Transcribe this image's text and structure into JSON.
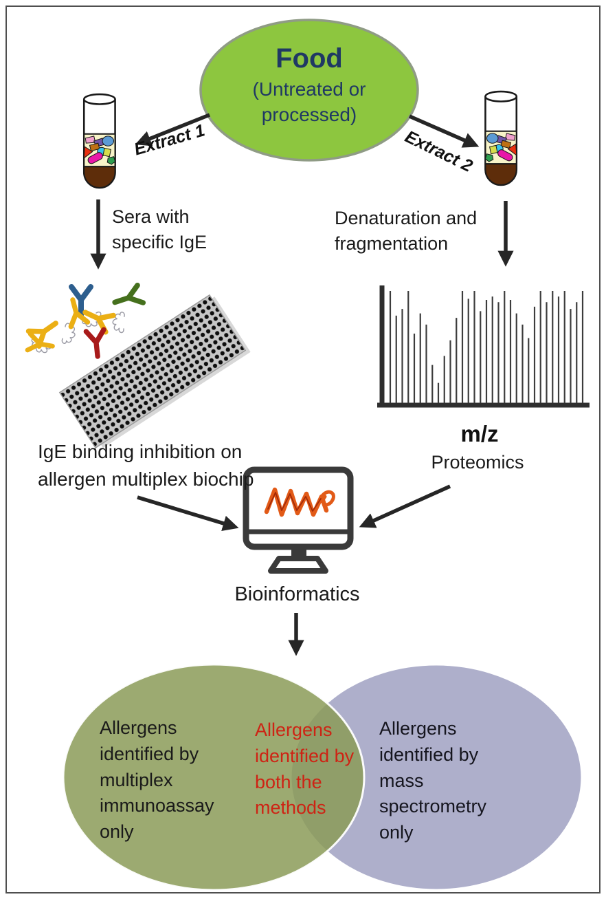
{
  "figure": {
    "source_node": {
      "title": "Food",
      "subtitle": "(Untreated or processed)",
      "fill": "#8dc63f",
      "stroke": "#8f9b85",
      "text_color": "#1f3864"
    },
    "extract_left_label": "Extract 1",
    "extract_right_label": "Extract 2",
    "immunoassay_branch": {
      "input_step": "Sera with specific IgE",
      "method_description": "IgE binding inhibition on allergen multiplex biochip"
    },
    "proteomics_branch": {
      "input_step": "Denaturation and fragmentation",
      "axis_label": "m/z",
      "method_label": "Proteomics"
    },
    "bioinformatics_label": "Bioinformatics",
    "spectrum": {
      "type": "mass-spectrum",
      "peak_heights": [
        1.0,
        0.78,
        0.84,
        1.0,
        0.62,
        0.8,
        0.7,
        0.34,
        0.18,
        0.42,
        0.56,
        0.76,
        1.0,
        0.93,
        1.0,
        0.82,
        0.92,
        0.95,
        0.9,
        1.0,
        0.92,
        0.8,
        0.7,
        0.58,
        0.86,
        1.0,
        0.9,
        1.0,
        0.95,
        1.0,
        0.84,
        0.9,
        1.0
      ]
    },
    "venn": {
      "left": {
        "text": "Allergens identified by multiplex immunoassay only",
        "fill": "#8b9b58",
        "text_color": "#1a1a1a"
      },
      "overlap": {
        "text": "Allergens identified by both the methods",
        "text_color": "#ce2314"
      },
      "right": {
        "text": "Allergens identified by mass spectrometry only",
        "fill": "#aeafcb",
        "text_color": "#15151e"
      }
    },
    "icons": {
      "left_tube": "test-tube-icon",
      "right_tube": "test-tube-icon",
      "antibodies": "antibody-y-icon",
      "protein_squiggle": "protein-squiggle-icon",
      "biochip": "microarray-biochip-icon",
      "monitor": "computer-monitor-icon",
      "screen_protein": "protein-structure-icon"
    },
    "antibody_colors": [
      "#2d5e8e",
      "#45701d",
      "#ebaf15",
      "#a81a1a"
    ],
    "arrow_color": "#262626"
  }
}
